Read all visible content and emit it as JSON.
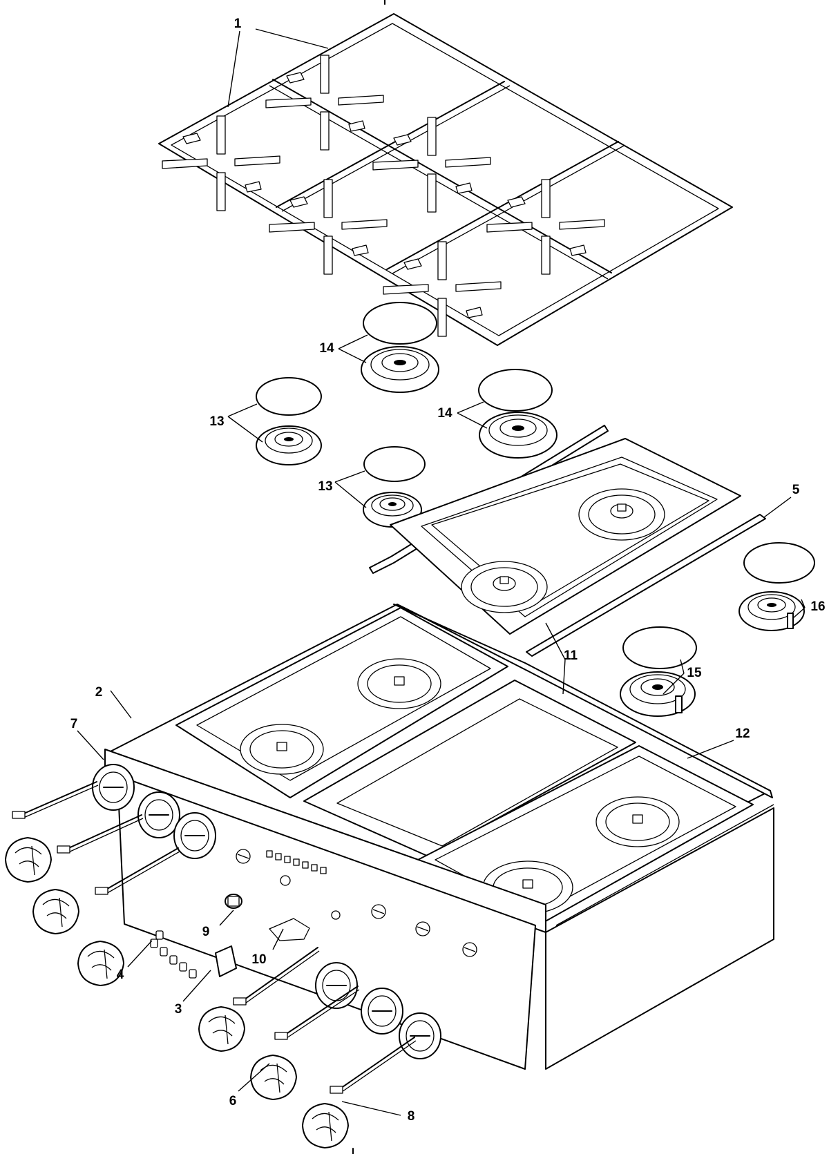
{
  "diagram": {
    "type": "exploded-parts-view",
    "callouts": [
      {
        "id": "c1",
        "label": "1"
      },
      {
        "id": "c2",
        "label": "2"
      },
      {
        "id": "c3",
        "label": "3"
      },
      {
        "id": "c4",
        "label": "4"
      },
      {
        "id": "c5",
        "label": "5"
      },
      {
        "id": "c6",
        "label": "6"
      },
      {
        "id": "c7",
        "label": "7"
      },
      {
        "id": "c8",
        "label": "8"
      },
      {
        "id": "c9",
        "label": "9"
      },
      {
        "id": "c10",
        "label": "10"
      },
      {
        "id": "c11",
        "label": "11"
      },
      {
        "id": "c12",
        "label": "12"
      },
      {
        "id": "c13a",
        "label": "13"
      },
      {
        "id": "c13b",
        "label": "13"
      },
      {
        "id": "c14a",
        "label": "14"
      },
      {
        "id": "c14b",
        "label": "14"
      },
      {
        "id": "c15",
        "label": "15"
      },
      {
        "id": "c16",
        "label": "16"
      }
    ]
  },
  "colors": {
    "line": "#000000",
    "background": "#ffffff"
  }
}
